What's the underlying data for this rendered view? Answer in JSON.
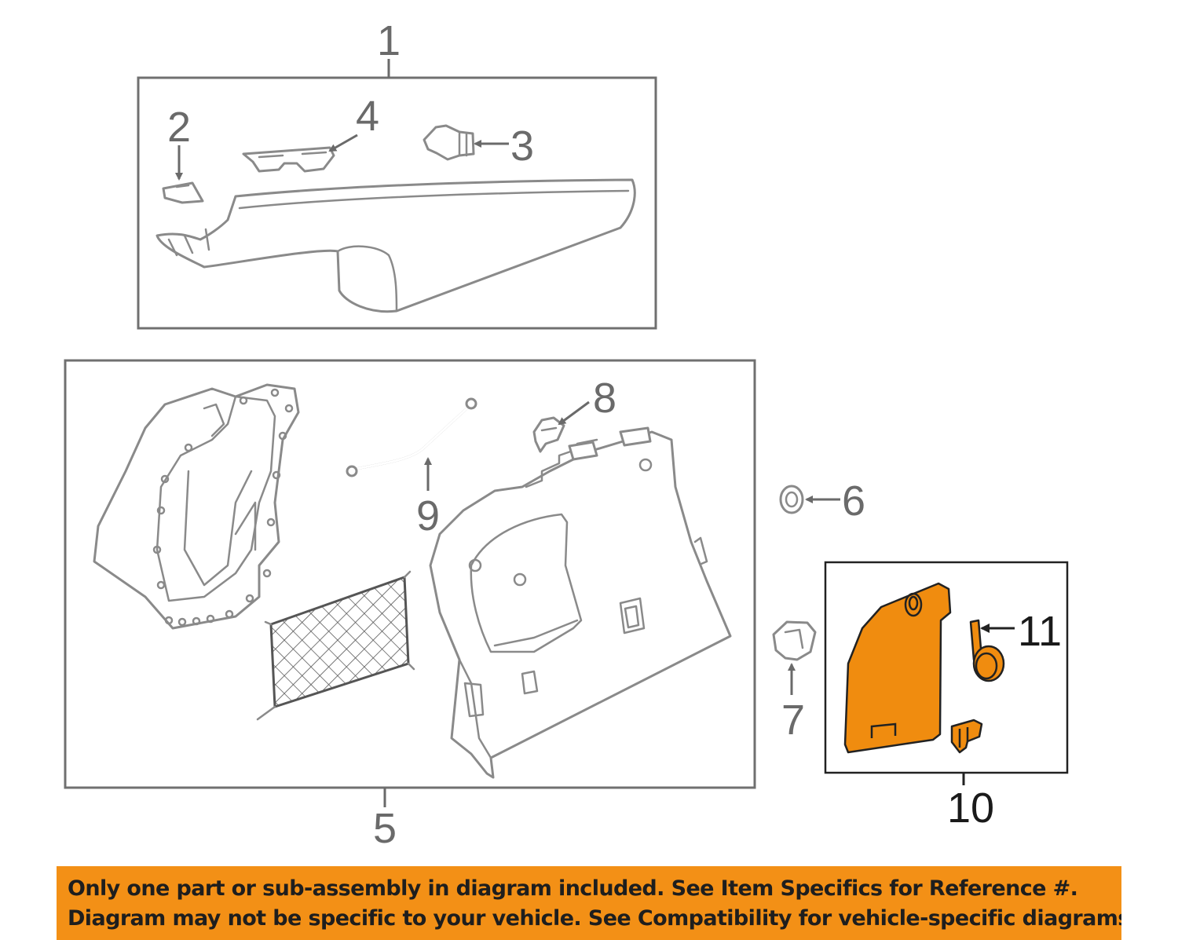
{
  "callouts": {
    "c1": "1",
    "c2": "2",
    "c3": "3",
    "c4": "4",
    "c5": "5",
    "c6": "6",
    "c7": "7",
    "c8": "8",
    "c9": "9",
    "c10": "10",
    "c11": "11"
  },
  "highlight_color": "#f08c0f",
  "banner": {
    "line1": "Only one part or sub-assembly in diagram included. See Item Specifics for Reference #.",
    "line2": "Diagram may not be specific to your vehicle. See Compatibility for vehicle-specific diagrams."
  }
}
